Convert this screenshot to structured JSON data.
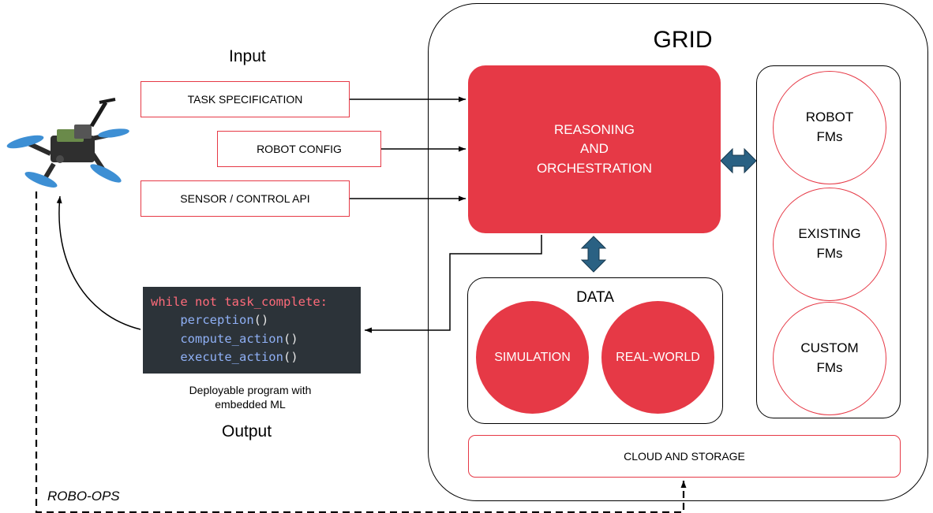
{
  "grid": {
    "title": "GRID"
  },
  "input": {
    "heading": "Input",
    "items": [
      "TASK SPECIFICATION",
      "ROBOT CONFIG",
      "SENSOR / CONTROL API"
    ]
  },
  "reasoning": {
    "lines": [
      "REASONING",
      "AND",
      "ORCHESTRATION"
    ]
  },
  "foundation_models": [
    {
      "lines": [
        "ROBOT",
        "FMs"
      ]
    },
    {
      "lines": [
        "EXISTING",
        "FMs"
      ]
    },
    {
      "lines": [
        "CUSTOM",
        "FMs"
      ]
    }
  ],
  "data": {
    "title": "DATA",
    "sources": [
      "SIMULATION",
      "REAL-WORLD"
    ]
  },
  "cloud": {
    "label": "CLOUD AND STORAGE"
  },
  "output": {
    "code": {
      "line1": {
        "keyword": "while not",
        "rest": " task_complete:"
      },
      "calls": [
        "perception",
        "compute_action",
        "execute_action"
      ]
    },
    "caption": [
      "Deployable program with",
      "embedded ML"
    ],
    "heading": "Output"
  },
  "loop_label": "ROBO-OPS",
  "colors": {
    "accent": "#e63946",
    "double_arrow": "#2a6183",
    "code_bg": "#2c3339"
  },
  "icons": {
    "robot": "quadcopter-drone-icon"
  }
}
